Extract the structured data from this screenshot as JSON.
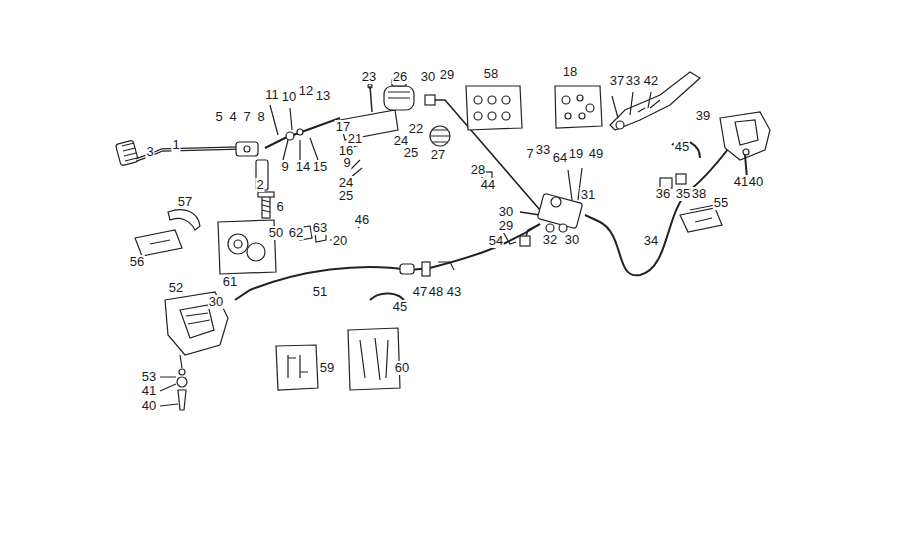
{
  "diagram": {
    "labels": [
      "3",
      "1",
      "5",
      "4",
      "7",
      "8",
      "11",
      "10",
      "12",
      "13",
      "9",
      "14",
      "15",
      "2",
      "6",
      "23",
      "26",
      "30",
      "29",
      "17",
      "21",
      "16",
      "9",
      "24",
      "22",
      "25",
      "27",
      "24",
      "25",
      "58",
      "18",
      "37",
      "33",
      "42",
      "39",
      "45",
      "28",
      "44",
      "7",
      "33",
      "64",
      "19",
      "49",
      "31",
      "36",
      "35",
      "38",
      "41",
      "40",
      "55",
      "57",
      "50",
      "62",
      "63",
      "20",
      "46",
      "30",
      "29",
      "54",
      "32",
      "30",
      "34",
      "56",
      "61",
      "51",
      "47",
      "48",
      "43",
      "45",
      "52",
      "30",
      "53",
      "41",
      "40",
      "59",
      "60"
    ]
  }
}
